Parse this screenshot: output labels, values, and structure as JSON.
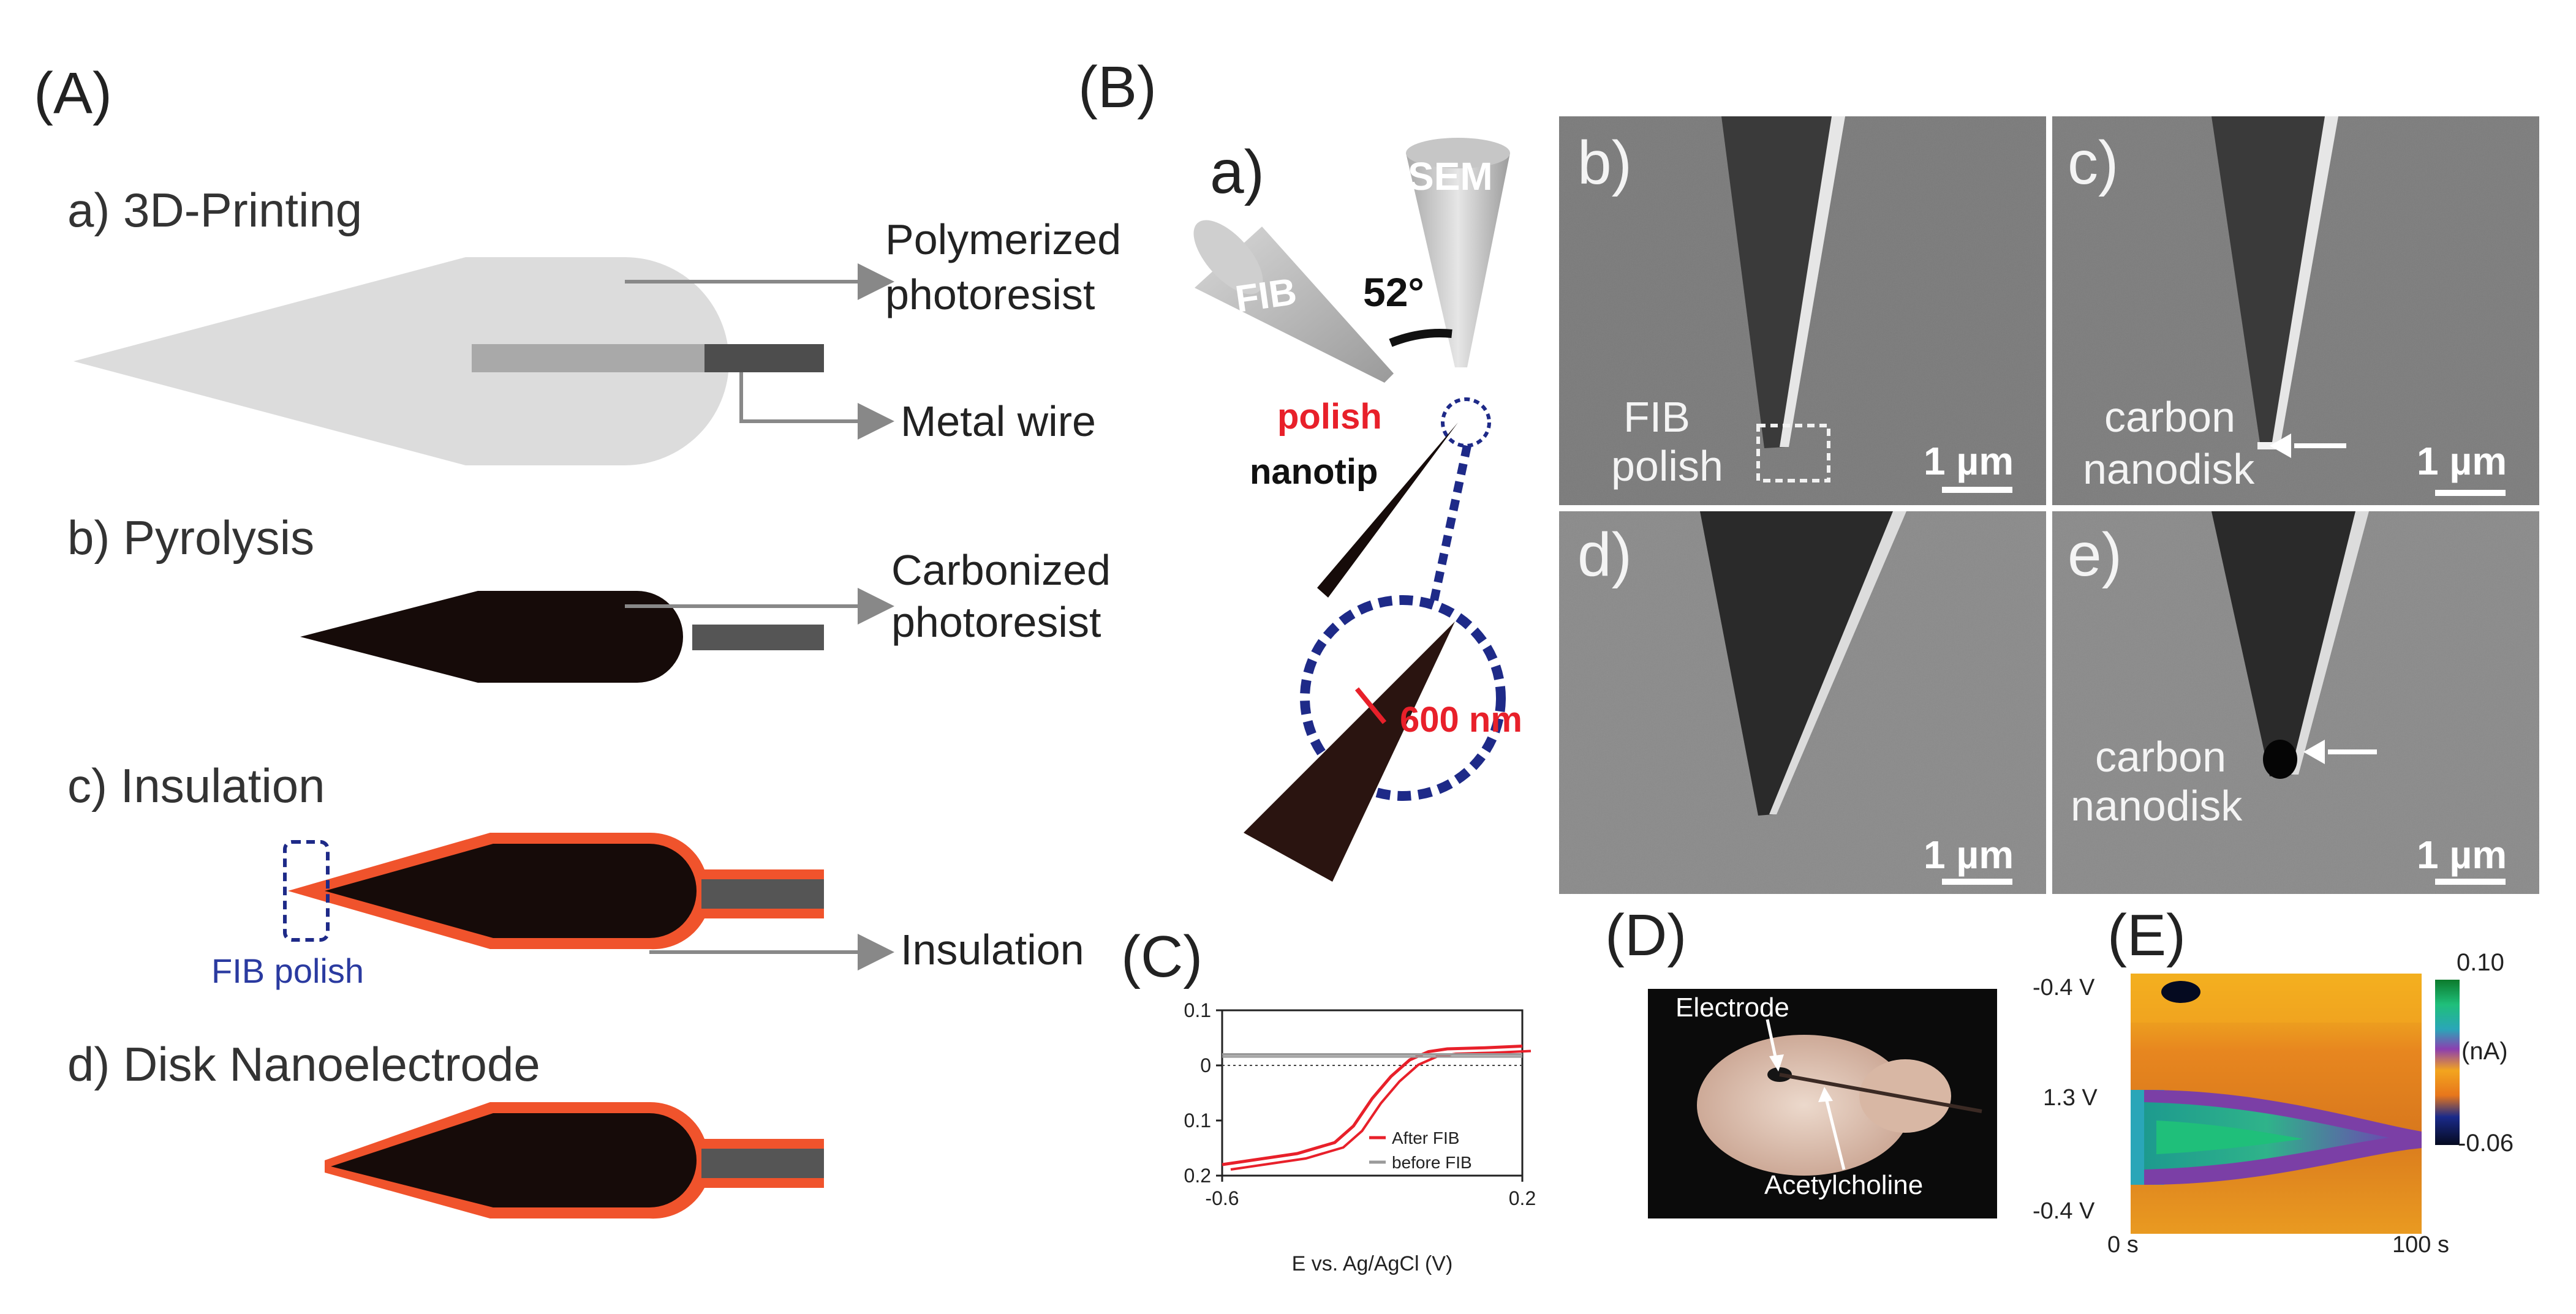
{
  "panels": {
    "A": {
      "label": "(A)",
      "steps": [
        "a) 3D-Printing",
        "b) Pyrolysis",
        "c) Insulation",
        "d) Disk Nanoelectrode"
      ],
      "annotations": {
        "polymerized_line1": "Polymerized",
        "polymerized_line2": "photoresist",
        "metal_wire": "Metal wire",
        "carbonized_line1": "Carbonized",
        "carbonized_line2": "photoresist",
        "insulation": "Insulation",
        "fib_polish": "FIB polish"
      }
    },
    "B": {
      "label": "(B)",
      "a": {
        "label": "a)",
        "sem": "SEM",
        "fib": "FIB",
        "angle": "52°",
        "polish": "polish",
        "nanotip": "nanotip",
        "size": "600 nm"
      },
      "images": [
        {
          "label": "b)",
          "caption_line1": "FIB",
          "caption_line2": "polish",
          "scale": "1 µm"
        },
        {
          "label": "c)",
          "caption_line1": "carbon",
          "caption_line2": "nanodisk",
          "scale": "1 µm"
        },
        {
          "label": "d)",
          "scale": "1 µm"
        },
        {
          "label": "e)",
          "caption_line1": "carbon",
          "caption_line2": "nanodisk",
          "scale": "1 µm"
        }
      ]
    },
    "C": {
      "label": "(C)"
    },
    "D": {
      "label": "(D)",
      "electrode": "Electrode",
      "acetylcholine": "Acetylcholine"
    },
    "E": {
      "label": "(E)",
      "y_ticks": [
        "-0.4 V",
        "1.3 V",
        "-0.4 V"
      ],
      "x_ticks": [
        "0 s",
        "100 s"
      ],
      "colorbar": {
        "max": "0.10",
        "min": "-0.06",
        "unit": "(nA)"
      }
    }
  },
  "chart_data": {
    "type": "line",
    "xlabel": "E vs. Ag/AgCl (V)",
    "ylabel": "",
    "xlim": [
      -0.6,
      0.2
    ],
    "ylim": [
      -0.2,
      0.1
    ],
    "x_ticks": [
      "-0.6",
      "0.2"
    ],
    "y_ticks": [
      "0.1",
      "0",
      "0.1",
      "0.2"
    ],
    "grid": false,
    "legend": "bottom-right",
    "colors": {
      "after": "#e8202a",
      "before": "#9a9a9a"
    },
    "series": [
      {
        "name": "After FIB",
        "x": [
          -0.6,
          -0.5,
          -0.4,
          -0.3,
          -0.25,
          -0.2,
          -0.15,
          -0.1,
          -0.05,
          0.0,
          0.1,
          0.2
        ],
        "y": [
          -0.18,
          -0.17,
          -0.16,
          -0.14,
          -0.11,
          -0.06,
          -0.02,
          0.01,
          0.025,
          0.03,
          0.032,
          0.035
        ]
      },
      {
        "name": "before FIB",
        "x": [
          -0.6,
          -0.4,
          -0.2,
          0.0,
          0.2
        ],
        "y": [
          0.02,
          0.02,
          0.02,
          0.02,
          0.02
        ]
      }
    ]
  }
}
